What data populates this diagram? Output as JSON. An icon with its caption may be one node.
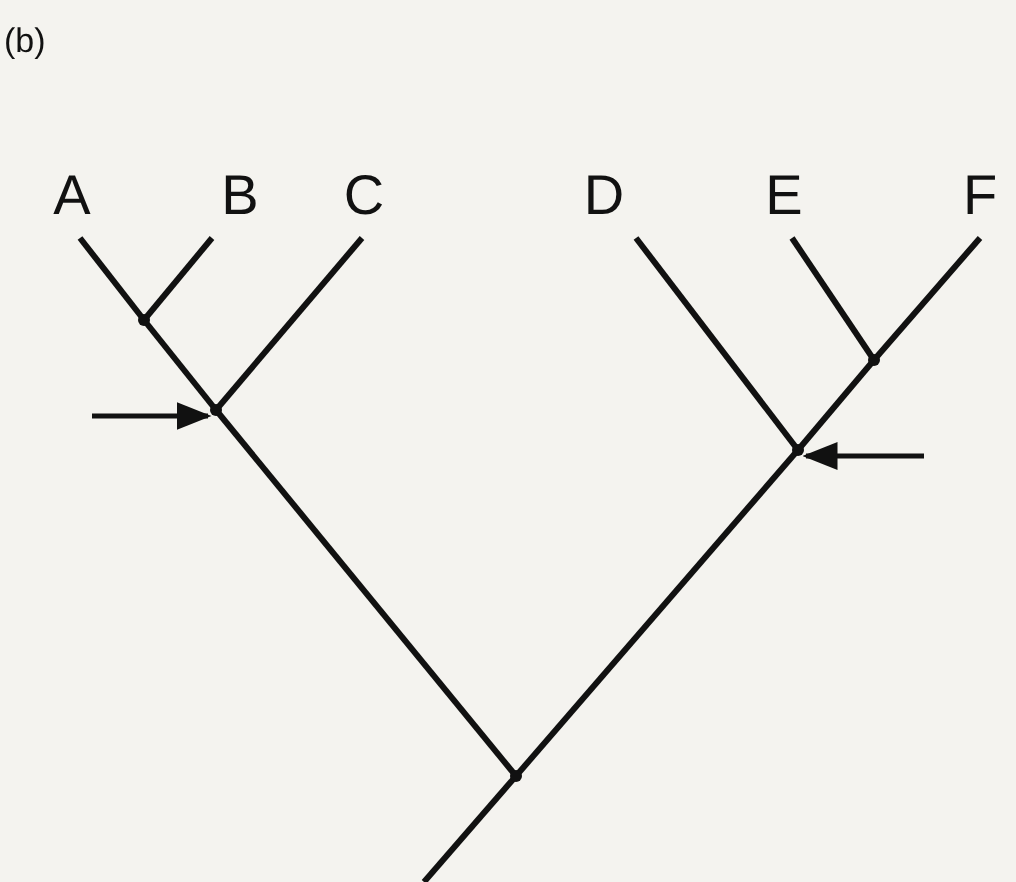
{
  "diagram": {
    "nodes": [
      {
        "text": [
          "A"
        ]
      },
      {
        "text": [
          "B"
        ]
      },
      {
        "text": [
          "C"
        ]
      },
      {
        "text": [
          "D"
        ]
      },
      {
        "text": [
          "E"
        ]
      },
      {
        "text": [
          "F"
        ]
      },
      {
        "text": [],
        "shape": "point"
      },
      {
        "text": [],
        "shape": "point"
      },
      {
        "text": [],
        "shape": "point"
      },
      {
        "text": [],
        "shape": "point"
      },
      {
        "text": [],
        "shape": "point"
      }
    ],
    "edges": [
      {
        "from": 0,
        "to": 6,
        "arrow": "none"
      },
      {
        "from": 1,
        "to": 6,
        "arrow": "none"
      },
      {
        "from": 6,
        "to": 7,
        "arrow": "none"
      },
      {
        "from": 2,
        "to": 7,
        "arrow": "none"
      },
      {
        "from": 7,
        "to": 10,
        "arrow": "none"
      },
      {
        "from": 3,
        "to": 9,
        "arrow": "none"
      },
      {
        "from": 4,
        "to": 8,
        "arrow": "none"
      },
      {
        "from": 5,
        "to": 8,
        "arrow": "none"
      },
      {
        "from": 8,
        "to": 9,
        "arrow": "none"
      },
      {
        "from": 9,
        "to": 10,
        "arrow": "none"
      },
      {
        "from": 10,
        "to": null,
        "arrow": "none"
      },
      {
        "from": null,
        "to": 7,
        "arrow": "to"
      },
      {
        "from": null,
        "to": 9,
        "arrow": "to"
      }
    ],
    "labels": [
      "(b)"
    ]
  }
}
